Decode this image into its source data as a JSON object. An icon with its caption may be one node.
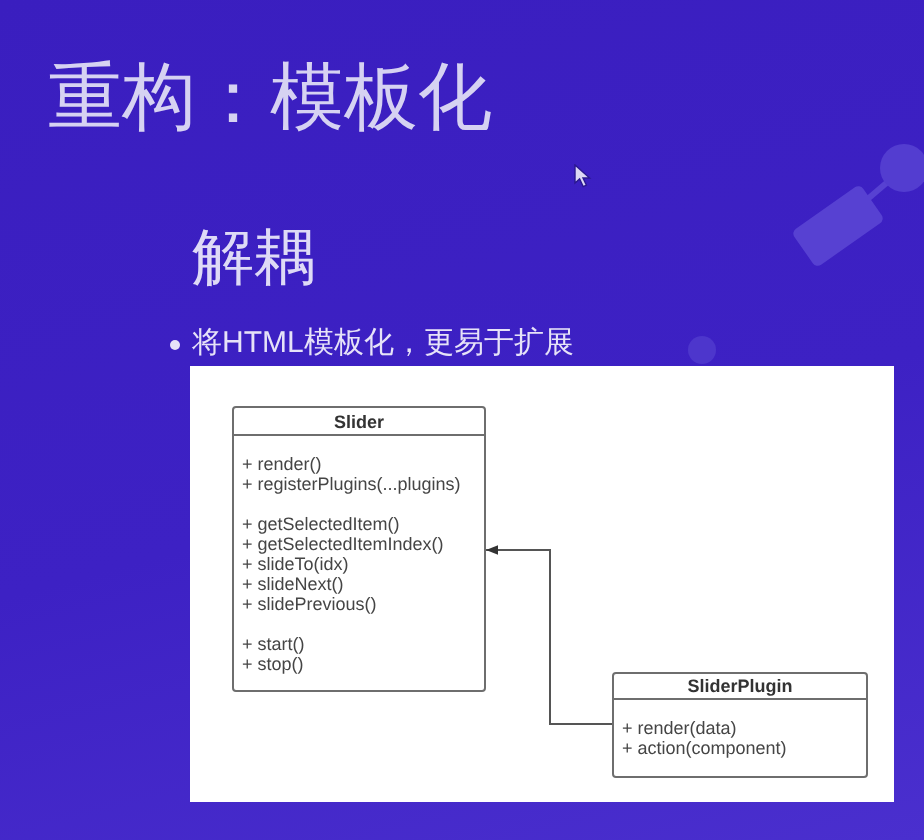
{
  "diagram": {
    "title": "重构：模板化",
    "nodes": [
      {
        "text": [
          "Slider",
          "+ render()",
          "+ registerPlugins(...plugins)",
          "+ getSelectedItem()",
          "+ getSelectedItemIndex()",
          "+ slideTo(idx)",
          "+ slideNext()",
          "+ slidePrevious()",
          "+ start()",
          "+ stop()"
        ]
      },
      {
        "text": [
          "SliderPlugin",
          "+ render(data)",
          "+ action(component)"
        ]
      }
    ],
    "edges": [
      {
        "from": 1,
        "to": 0,
        "arrow": "to"
      }
    ],
    "labels": [
      "解耦",
      "将HTML模板化，更易于扩展"
    ]
  }
}
